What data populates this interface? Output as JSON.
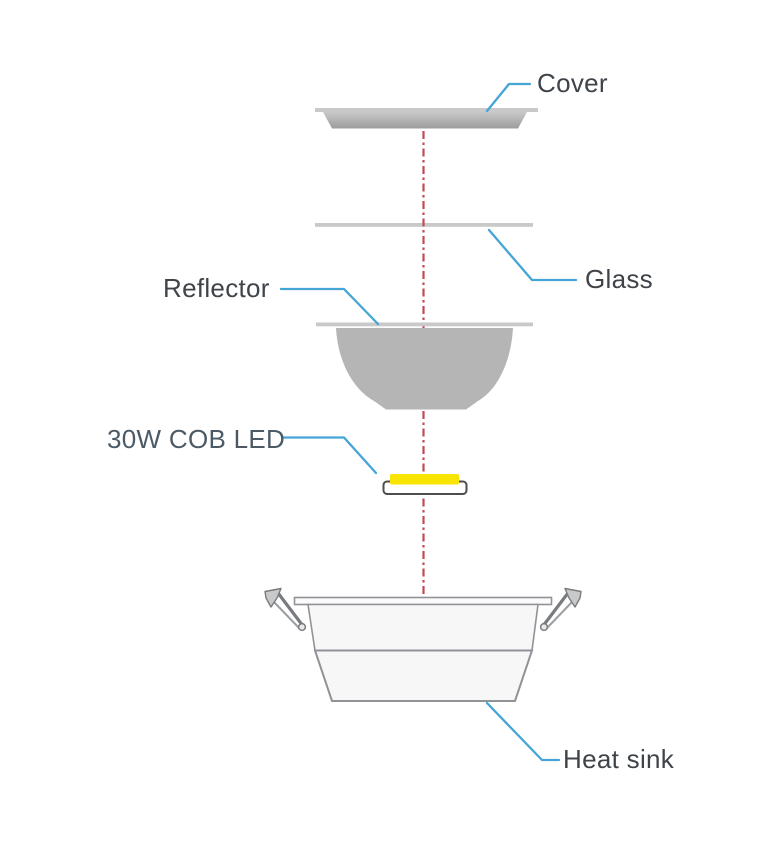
{
  "diagram": {
    "type": "exploded-view",
    "subject": "LED downlight components"
  },
  "labels": {
    "cover": "Cover",
    "glass": "Glass",
    "reflector": "Reflector",
    "led": "30W COB LED",
    "heatsink": "Heat sink"
  },
  "colors": {
    "leader_blue": "#44a5d6",
    "centerline_red": "#c04a58",
    "label_text": "#3f444a",
    "led_label_text": "#4c5a66",
    "led_yellow": "#f8e400",
    "reflector_gray": "#b5b5b5",
    "rim_gray": "#c9c9c9",
    "heatsink_fill": "#f7f7f7",
    "heatsink_outline": "#8f9398",
    "background": "#ffffff"
  }
}
